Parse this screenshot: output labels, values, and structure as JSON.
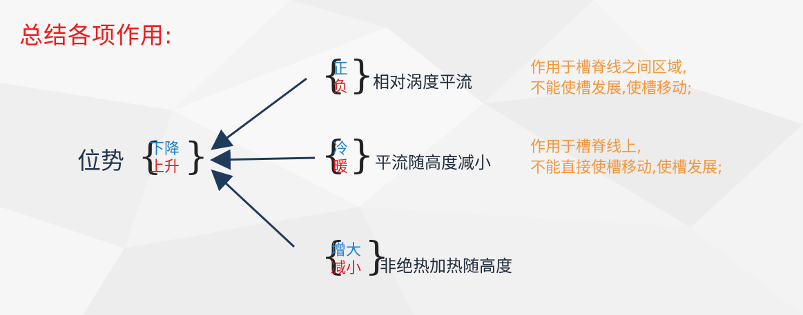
{
  "title": "总结各项作用:",
  "center": {
    "label": "位势",
    "states": {
      "top": "下降",
      "bottom": "上升"
    },
    "colors": {
      "top": "#1e7fd0",
      "bottom": "#e41a1a"
    }
  },
  "factors": [
    {
      "top": "正",
      "bottom": "负",
      "label": "相对涡度平流",
      "note_lines": [
        "作用于槽脊线之间区域,",
        "不能使槽发展,使槽移动;"
      ]
    },
    {
      "top": "冷",
      "bottom": "暖",
      "label": "平流随高度减小",
      "note_lines": [
        "作用于槽脊线上,",
        "不能直接使槽移动,使槽发展;"
      ]
    },
    {
      "top": "增大",
      "bottom": "减小",
      "label": "非绝热加热随高度",
      "note_lines": []
    }
  ],
  "colors": {
    "title": "#ee1b1b",
    "note": "#f4963a",
    "arrow": "#1f3a5a"
  }
}
